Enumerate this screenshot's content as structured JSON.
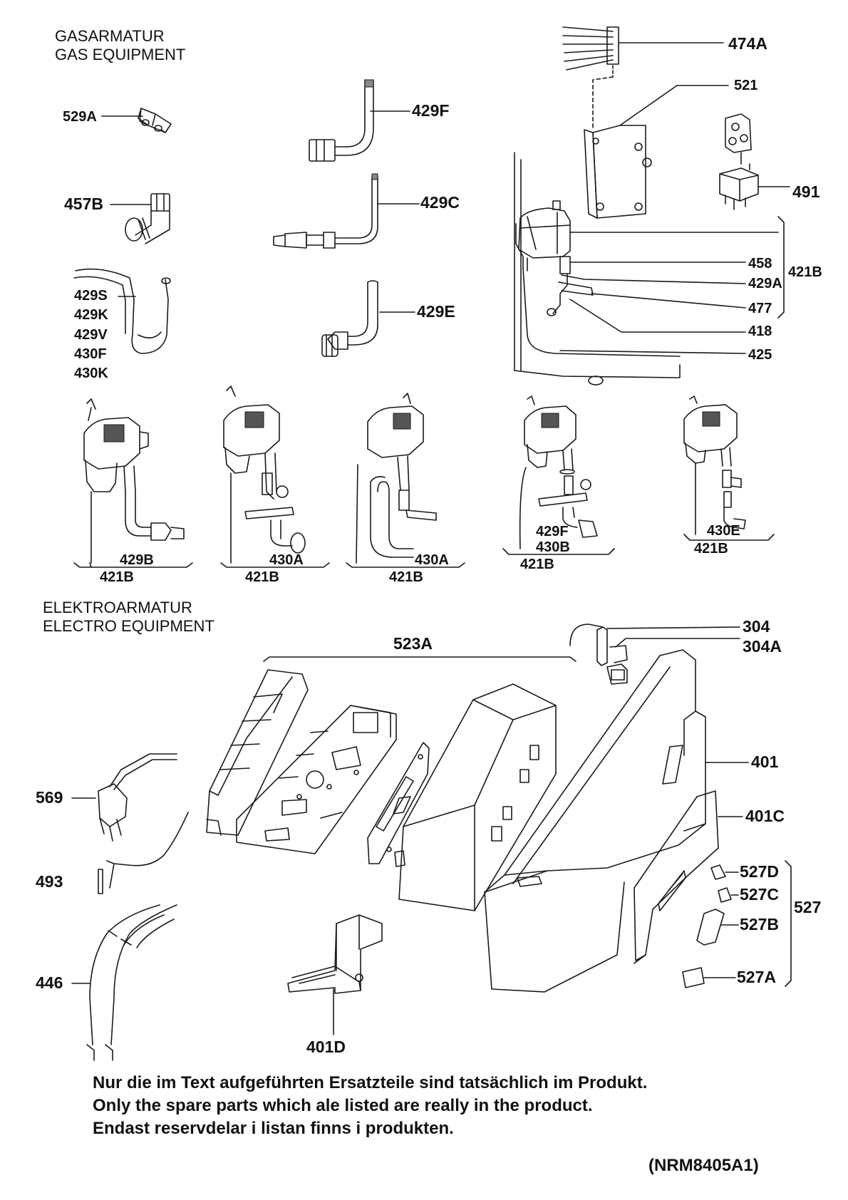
{
  "sections": {
    "gas": [
      "GASARMATUR",
      "GAS EQUIPMENT"
    ],
    "electro": [
      "ELEKTROARMATUR",
      "ELECTRO EQUIPMENT"
    ]
  },
  "labels": {
    "l474A": "474A",
    "l521": "521",
    "l491": "491",
    "l529A": "529A",
    "l429F": "429F",
    "l457B": "457B",
    "l429C": "429C",
    "l458": "458",
    "l429A": "429A",
    "l421B_brace": "421B",
    "l477": "477",
    "l418": "418",
    "l425": "425",
    "l429S": "429S",
    "l429K": "429K",
    "l429V": "429V",
    "l430F": "430F",
    "l430K": "430K",
    "l429E": "429E",
    "v1_429B": "429B",
    "v1_421B": "421B",
    "v2_430A": "430A",
    "v2_421B": "421B",
    "v3_430A": "430A",
    "v3_421B": "421B",
    "v4_429F": "429F",
    "v4_430B": "430B",
    "v4_421B": "421B",
    "v5_430E": "430E",
    "v5_421B": "421B",
    "l523A": "523A",
    "l304": "304",
    "l304A": "304A",
    "l401": "401",
    "l401C": "401C",
    "l569": "569",
    "l493": "493",
    "l527D": "527D",
    "l527C": "527C",
    "l527B": "527B",
    "l527A": "527A",
    "l527": "527",
    "l446": "446",
    "l401D": "401D"
  },
  "notes": [
    "Nur die im Text aufgeführten Ersatzteile sind tatsächlich im Produkt.",
    "Only the spare parts which ale listed are really in the product.",
    "Endast reservdelar i listan finns i produkten."
  ],
  "code": "(NRM8405A1)"
}
